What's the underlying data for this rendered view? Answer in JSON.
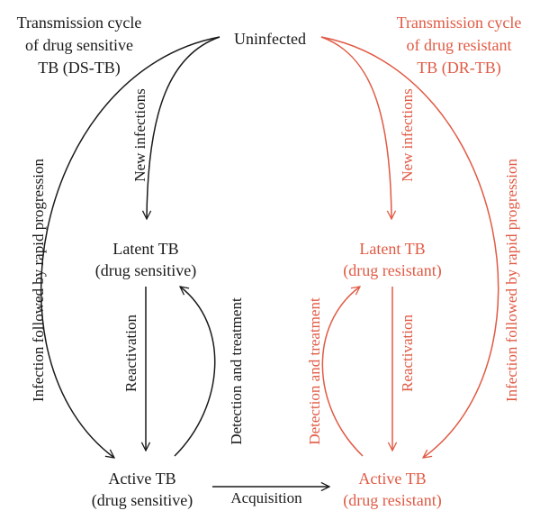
{
  "colors": {
    "ds": "#1a1a1a",
    "dr": "#e05a44"
  },
  "titles": {
    "ds": [
      "Transmission cycle",
      "of drug sensitive",
      "TB (DS-TB)"
    ],
    "dr": [
      "Transmission cycle",
      "of drug resistant",
      "TB (DR-TB)"
    ]
  },
  "nodes": {
    "uninfected": "Uninfected",
    "latent_ds": [
      "Latent TB",
      "(drug sensitive)"
    ],
    "active_ds": [
      "Active TB",
      "(drug sensitive)"
    ],
    "latent_dr": [
      "Latent TB",
      "(drug resistant)"
    ],
    "active_dr": [
      "Active TB",
      "(drug resistant)"
    ]
  },
  "edges": {
    "new_infections_ds": "New infections",
    "new_infections_dr": "New infections",
    "rapid_ds": "Infection followed by rapid progression",
    "rapid_dr": "Infection followed by rapid progression",
    "reactivation_ds": "Reactivation",
    "reactivation_dr": "Reactivation",
    "detection_ds": "Detection and treatment",
    "detection_dr": "Detection and treatment",
    "acquisition": "Acquisition"
  }
}
